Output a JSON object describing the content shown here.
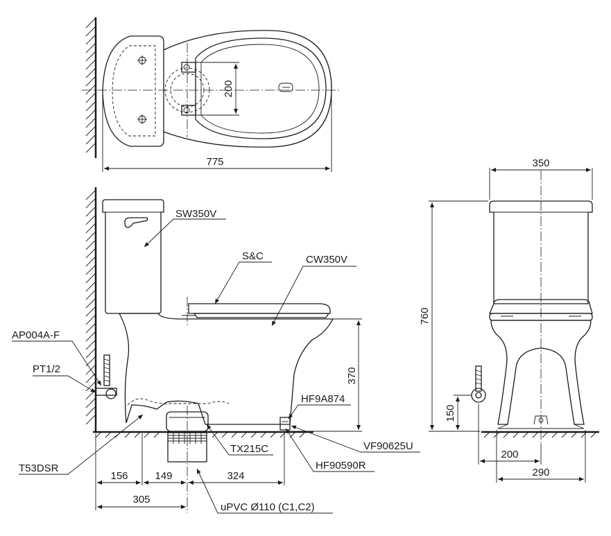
{
  "parts": {
    "tank": "SW350V",
    "seat_cover": "S&C",
    "bowl": "CW350V",
    "angle_valve": "AP004A-F",
    "thread": "PT1/2",
    "flex_hose": "HF9A874",
    "floor_bolt_cap": "VF90625U",
    "flange_bolt": "HF90590R",
    "supply_pipe": "T53DSR",
    "drain_flange": "TX215C",
    "drain_pipe": "uPVC Ø110 (C1,C2)"
  },
  "dimensions": {
    "top_length": "775",
    "top_bolt_spacing": "200",
    "bowl_height": "370",
    "dist_156": "156",
    "dist_149": "149",
    "dist_324": "324",
    "dist_305": "305",
    "front_width": "350",
    "total_height": "760",
    "supply_height": "150",
    "supply_offset": "200",
    "base_width": "290"
  }
}
